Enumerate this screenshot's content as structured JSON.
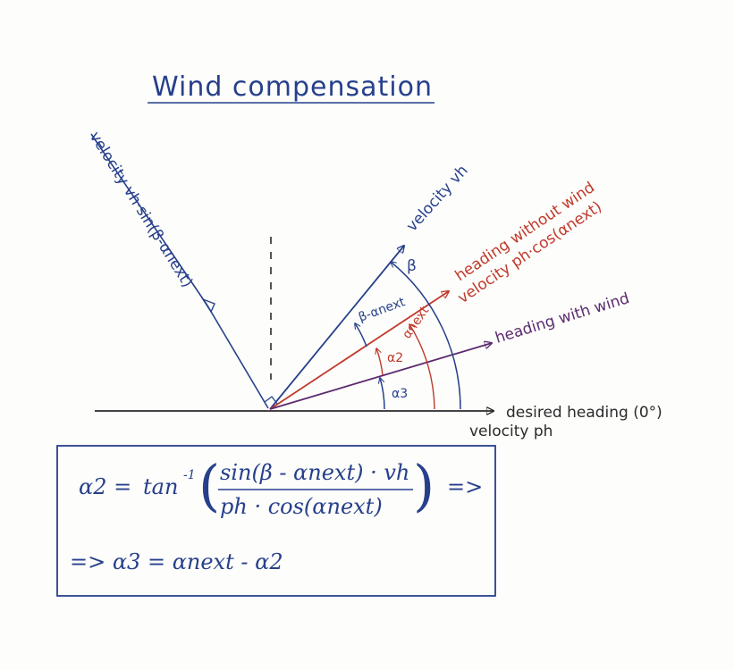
{
  "title": "Wind compensation",
  "labels": {
    "velocity_vh_sin": "velocity vh·sin(β-αnext)",
    "velocity_vh": "velocity vh",
    "heading_without_wind": "heading without wind",
    "velocity_ph_cos": "velocity ph·cos(αnext)",
    "heading_with_wind": "heading with wind",
    "desired_heading": "desired heading (0°)",
    "velocity_ph": "velocity ph",
    "beta": "β",
    "beta_minus_alpha_next": "β-αnext",
    "alpha_next": "αnext",
    "alpha_2": "α2",
    "alpha_3": "α3"
  },
  "formula": {
    "lhs": "α2 =",
    "func": "tan",
    "func_sup": "-1",
    "numerator": "sin(β - αnext) · vh",
    "denominator": "ph · cos(αnext)",
    "implies": "=>",
    "line2": "=> α3 = αnext - α2"
  },
  "colors": {
    "blue": "#27408b",
    "red": "#c0392b",
    "purple": "#5b2a6e",
    "dark": "#2a2a2a"
  }
}
